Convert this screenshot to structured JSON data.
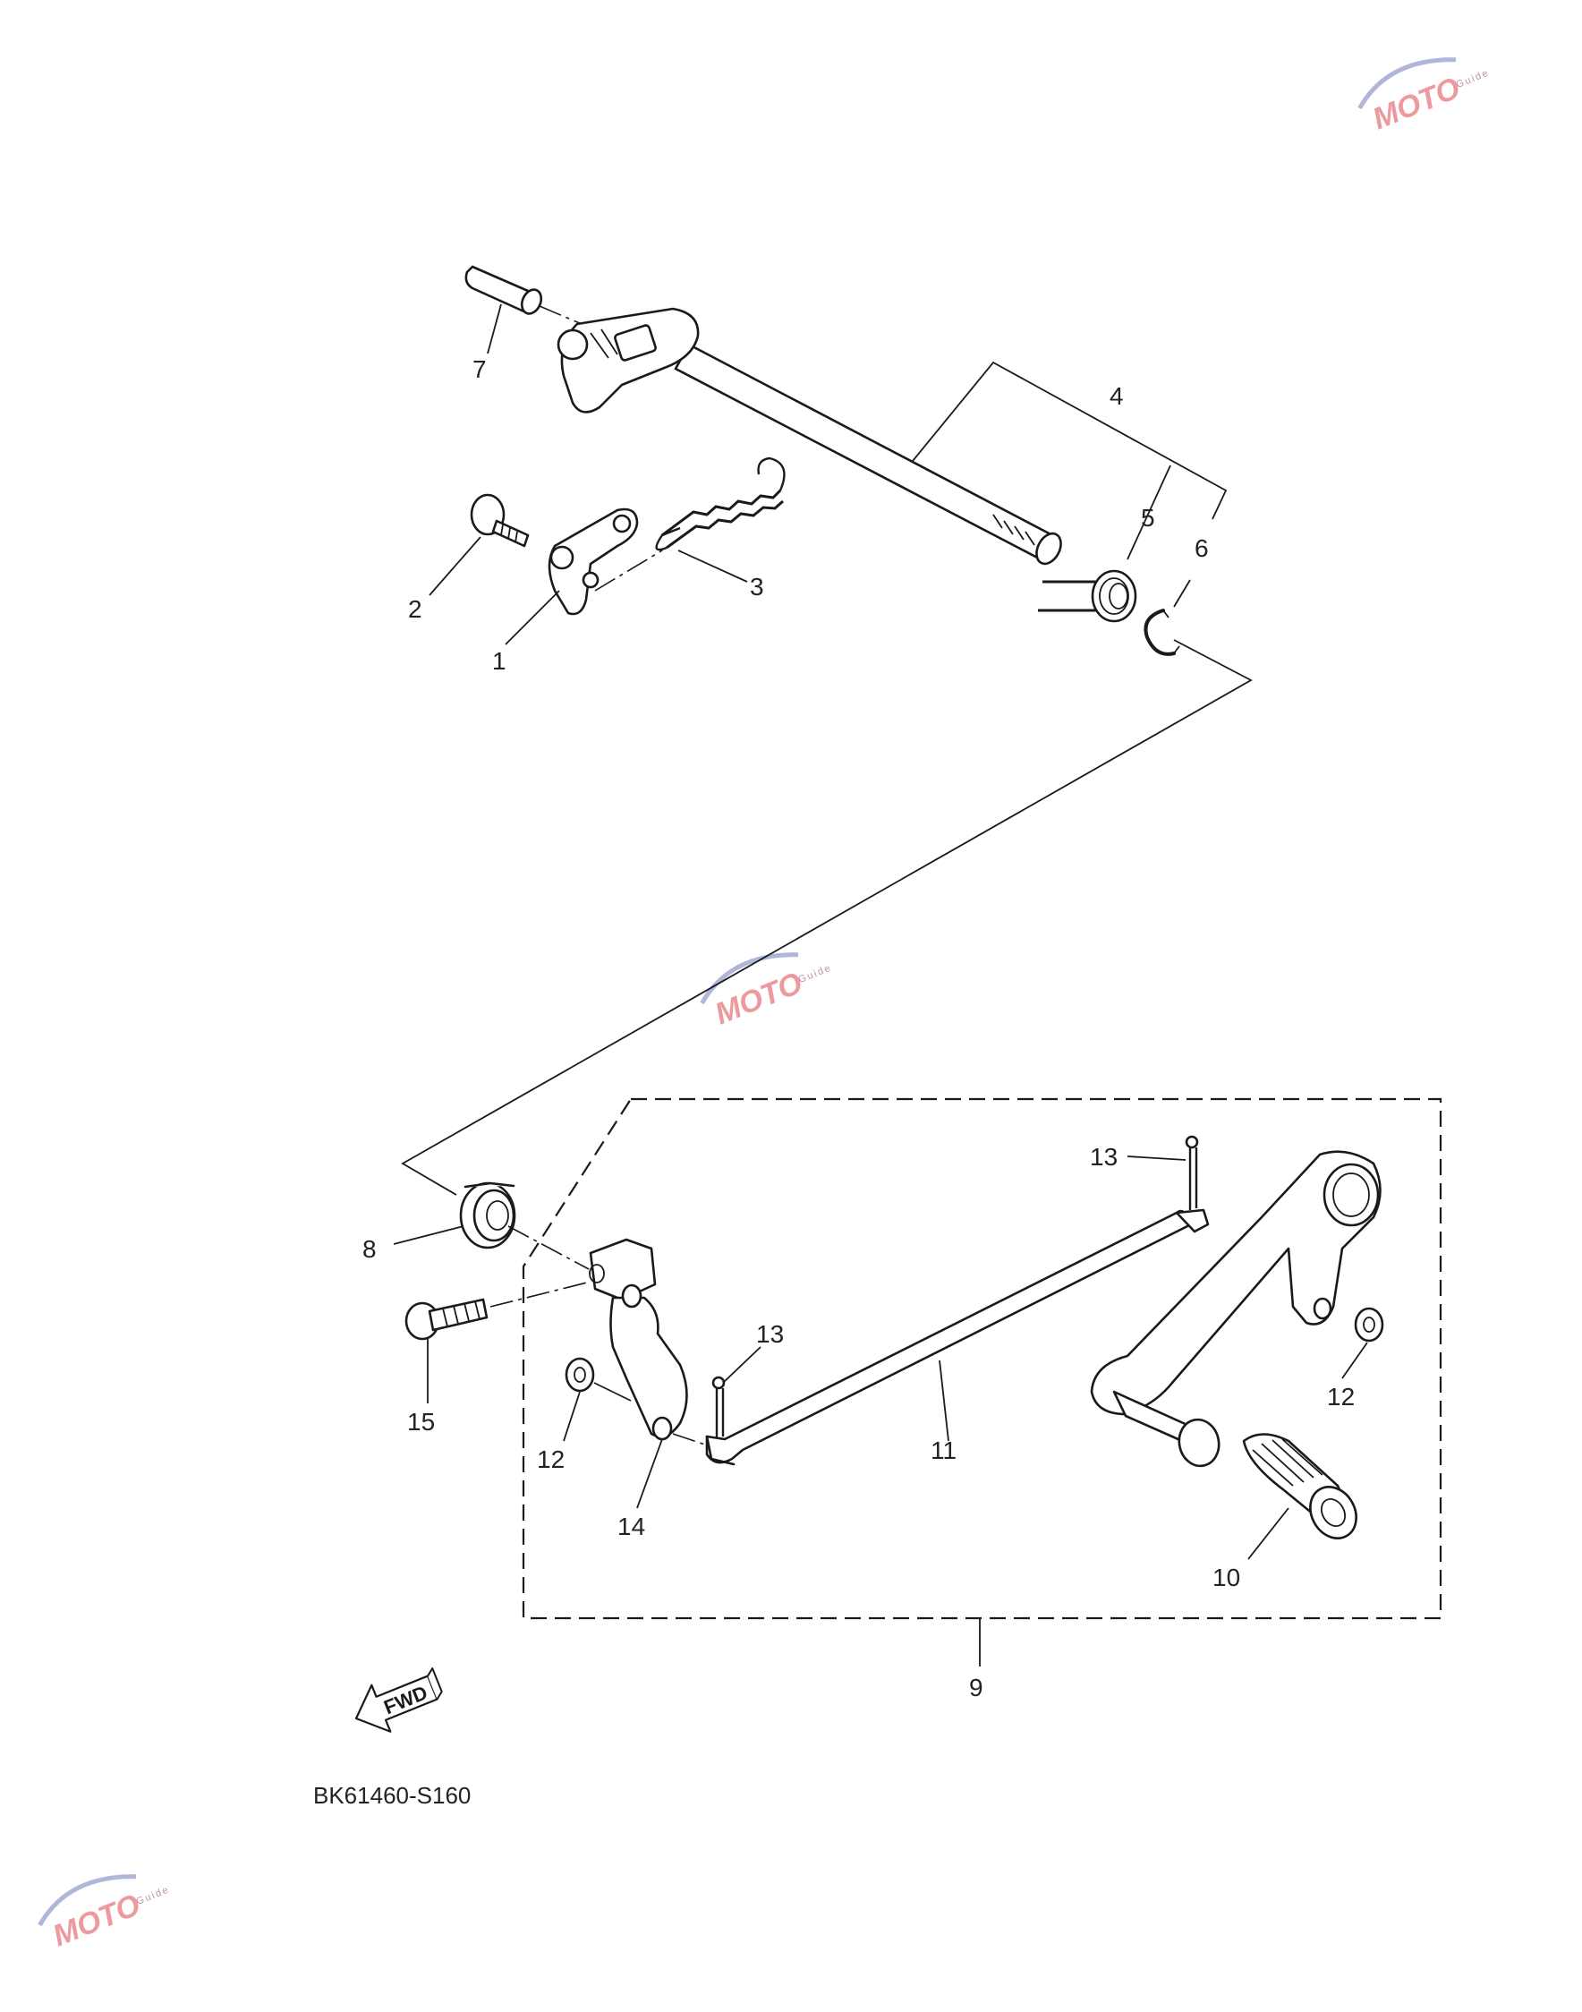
{
  "diagram": {
    "code": "BK61460-S160",
    "fwd_text": "FWD",
    "labels": {
      "l1": "1",
      "l2": "2",
      "l3": "3",
      "l4": "4",
      "l5": "5",
      "l6": "6",
      "l7": "7",
      "l8": "8",
      "l9": "9",
      "l10": "10",
      "l11": "11",
      "l12a": "12",
      "l12b": "12",
      "l13a": "13",
      "l13b": "13",
      "l14": "14",
      "l15": "15"
    }
  },
  "watermark": {
    "text": "MOTO",
    "sub": "Guide",
    "color": "#d9212c"
  }
}
